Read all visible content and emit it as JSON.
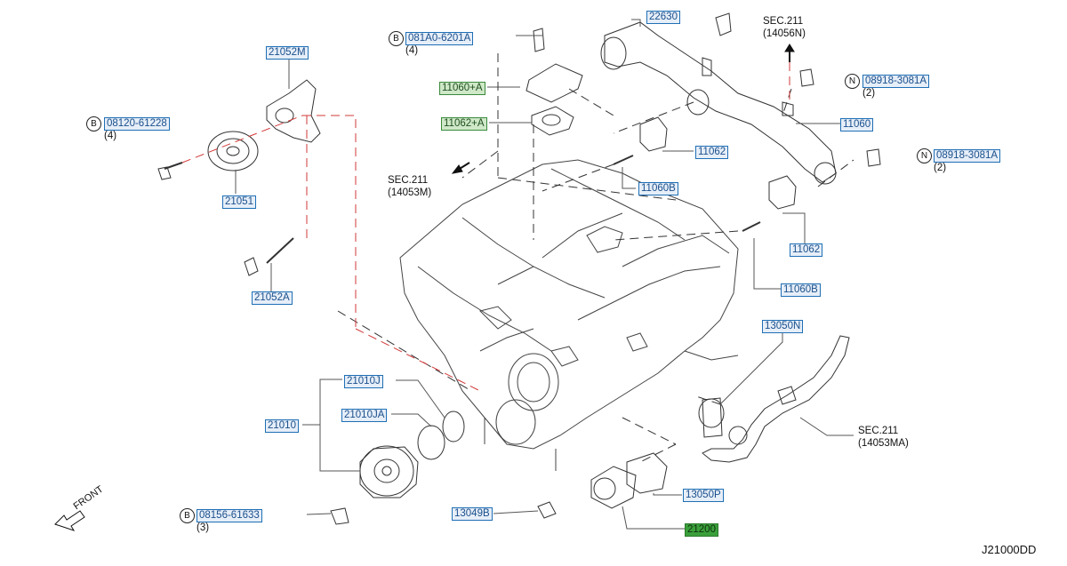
{
  "diagram": {
    "code": "J21000DD",
    "front_label": "FRONT",
    "sec_refs": [
      {
        "line1": "SEC.211",
        "line2": "(14056N)"
      },
      {
        "line1": "SEC.211",
        "line2": "(14053M)"
      },
      {
        "line1": "SEC.211",
        "line2": "(14053MA)"
      }
    ],
    "fasteners": [
      {
        "symbol": "B",
        "number": "081A0-6201A",
        "qty": "(4)"
      },
      {
        "symbol": "B",
        "number": "08120-61228",
        "qty": "(4)"
      },
      {
        "symbol": "N",
        "number": "08918-3081A",
        "qty": "(2)"
      },
      {
        "symbol": "N",
        "number": "08918-3081A",
        "qty": "(2)"
      },
      {
        "symbol": "B",
        "number": "08156-61633",
        "qty": "(3)"
      }
    ],
    "parts": {
      "p21052M": "21052M",
      "p21051": "21051",
      "p21052A": "21052A",
      "p11060A": "11060+A",
      "p11062A": "11062+A",
      "p22630": "22630",
      "p11060": "11060",
      "p11062_upper": "11062",
      "p11060B_upper": "11060B",
      "p11062_lower": "11062",
      "p11060B_lower": "11060B",
      "p13050N": "13050N",
      "p21010J": "21010J",
      "p21010JA": "21010JA",
      "p21010": "21010",
      "p13049B": "13049B",
      "p13050P": "13050P",
      "p21200": "21200"
    }
  },
  "colors": {
    "link_fill": "#e6eef8",
    "link_border": "#1f6fb5",
    "highlight": "#3aa03a",
    "leader_red": "#d23a3a"
  }
}
